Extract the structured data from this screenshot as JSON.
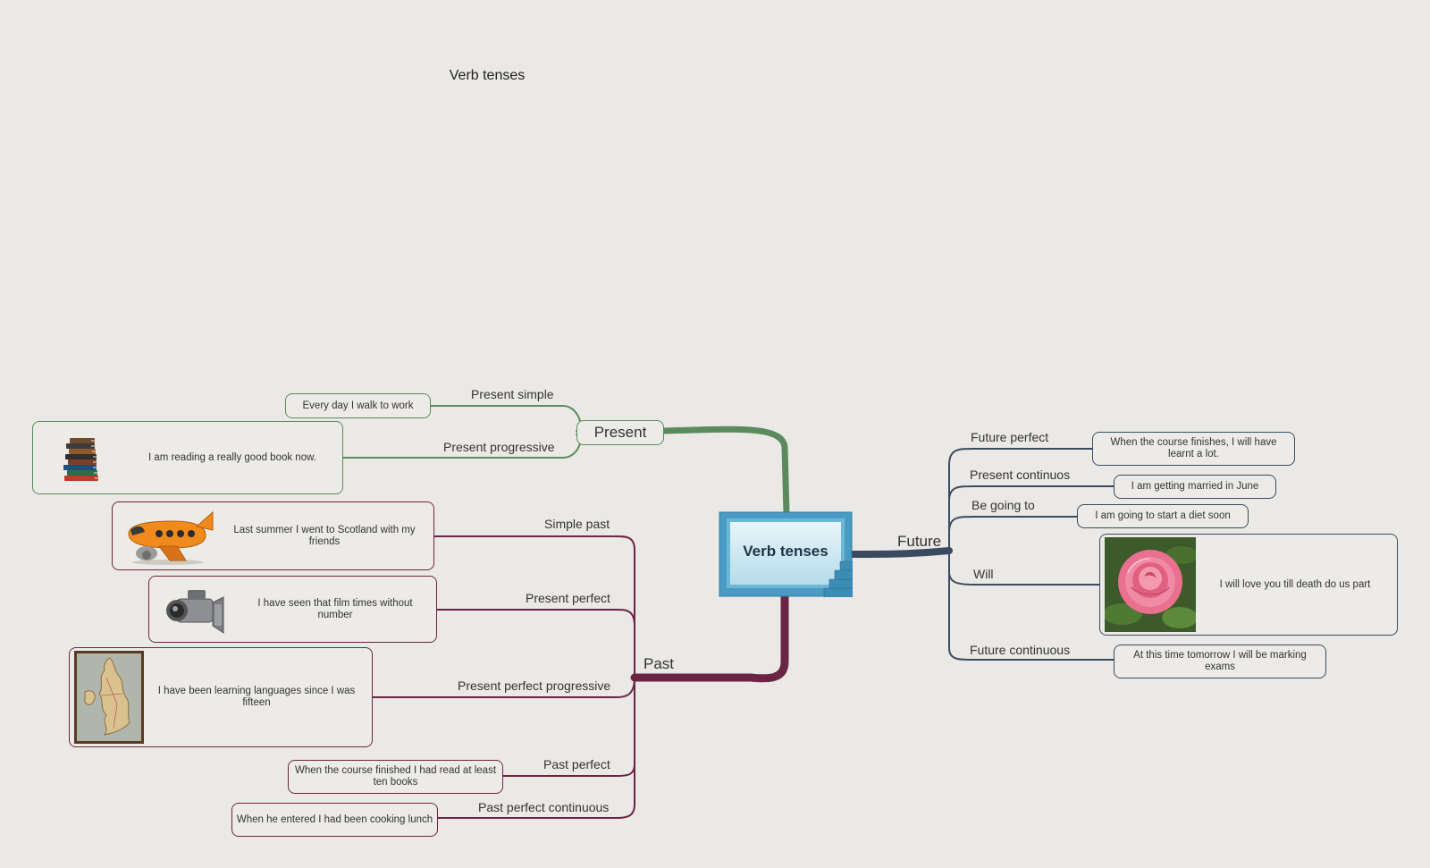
{
  "title": "Verb tenses",
  "center": {
    "label": "Verb tenses"
  },
  "branches": {
    "present": {
      "label": "Present",
      "color": "#5a8a5e",
      "items": [
        {
          "tense": "Present simple",
          "example": "Every day I walk to work"
        },
        {
          "tense": "Present progressive",
          "example": "I am reading a really good book now.",
          "image": "books-icon"
        }
      ]
    },
    "past": {
      "label": "Past",
      "color": "#6b2444",
      "items": [
        {
          "tense": "Simple past",
          "example": "Last summer I went to Scotland with my friends",
          "image": "airplane-icon"
        },
        {
          "tense": "Present perfect",
          "example": "I have seen that film times without number",
          "image": "camcorder-icon"
        },
        {
          "tense": "Present perfect progressive",
          "example": "I have been learning languages since I was fifteen",
          "image": "map-image"
        },
        {
          "tense": "Past perfect",
          "example": "When the course finished I had read at least ten books"
        },
        {
          "tense": "Past perfect continuous",
          "example": "When he entered I had been cooking lunch"
        }
      ]
    },
    "future": {
      "label": "Future",
      "color": "#3a4b60",
      "items": [
        {
          "tense": "Future perfect",
          "example": "When the course finishes, I will have learnt a lot."
        },
        {
          "tense": "Present continuos",
          "example": "I am getting married in June"
        },
        {
          "tense": "Be going to",
          "example": "I am going to start a diet soon"
        },
        {
          "tense": "Will",
          "example": "I will love you till death do us part",
          "image": "rose-image"
        },
        {
          "tense": "Future continuous",
          "example": "At this time tomorrow I will be marking exams"
        }
      ]
    }
  }
}
